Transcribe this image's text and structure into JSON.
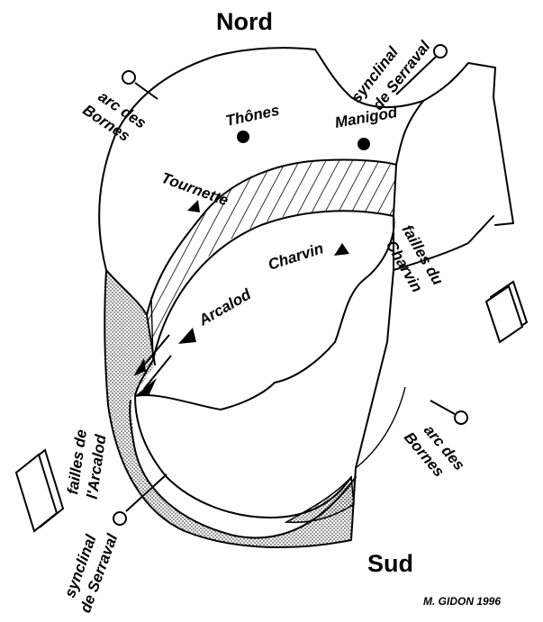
{
  "compass": {
    "north": "Nord",
    "south": "Sud"
  },
  "labels": {
    "synclinal_top_line1": "synclinal",
    "synclinal_top_line2": "de Serraval",
    "synclinal_bottom_line1": "synclinal",
    "synclinal_bottom_line2": "de Serraval",
    "arc_left_line1": "arc des",
    "arc_left_line2": "Bornes",
    "arc_right_line1": "arc des",
    "arc_right_line2": "Bornes",
    "thones": "Thônes",
    "manigod": "Manigod",
    "tournette": "Tournette",
    "charvin": "Charvin",
    "arcalod": "Arcalod",
    "failles_charvin_line1": "failles du",
    "failles_charvin_line2": "Charvin",
    "failles_arcalod_line1": "failles de",
    "failles_arcalod_line2": "l'Arcalod"
  },
  "credit": "M. GIDON  1996",
  "colors": {
    "ink": "#000000",
    "paper": "#ffffff"
  }
}
